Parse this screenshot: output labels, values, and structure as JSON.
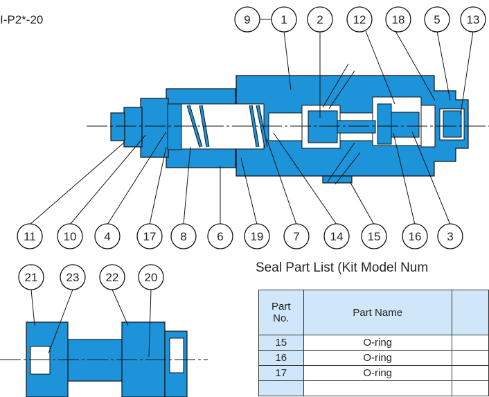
{
  "model_label": "I-P2*-20",
  "main_callouts": [
    "9",
    "1",
    "2",
    "12",
    "18",
    "5",
    "13",
    "11",
    "10",
    "4",
    "17",
    "8",
    "6",
    "19",
    "7",
    "14",
    "15",
    "16",
    "3"
  ],
  "sub_callouts": [
    "21",
    "23",
    "22",
    "20"
  ],
  "seal_list": {
    "title": "Seal Part List (Kit Model Num",
    "headers": {
      "part_no": "Part\nNo.",
      "part_name": "Part Name"
    },
    "rows": [
      {
        "no": "15",
        "name": "O-ring"
      },
      {
        "no": "16",
        "name": "O-ring"
      },
      {
        "no": "17",
        "name": "O-ring"
      }
    ]
  },
  "colors": {
    "body": "#1d93d9",
    "table_header": "#cfe7f9",
    "line": "#222222"
  }
}
